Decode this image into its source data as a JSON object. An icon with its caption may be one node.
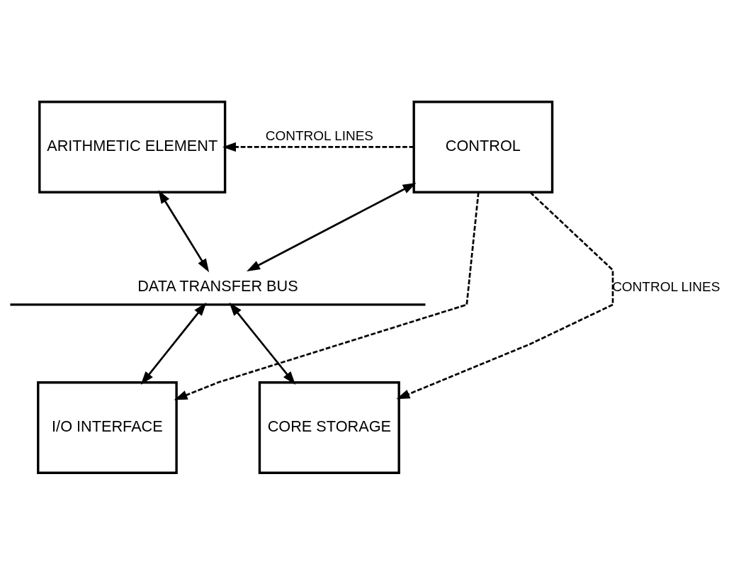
{
  "diagram": {
    "nodes": [
      {
        "text": [
          "ARITHMETIC ELEMENT"
        ]
      },
      {
        "text": [
          "CONTROL"
        ]
      },
      {
        "text": [
          "DATA TRANSFER BUS"
        ]
      },
      {
        "text": [
          "I/O INTERFACE"
        ]
      },
      {
        "text": [
          "CORE STORAGE"
        ]
      }
    ],
    "edges": [
      {
        "from": 1,
        "to": 0,
        "arrow": "to",
        "style": "dashed",
        "label": "CONTROL LINES"
      },
      {
        "from": 0,
        "to": 2,
        "arrow": "both"
      },
      {
        "from": 1,
        "to": 2,
        "arrow": "both"
      },
      {
        "from": 2,
        "to": 3,
        "arrow": "both"
      },
      {
        "from": 2,
        "to": 4,
        "arrow": "both"
      },
      {
        "from": 1,
        "to": 3,
        "arrow": "to",
        "style": "dashed"
      },
      {
        "from": 1,
        "to": 4,
        "arrow": "to",
        "style": "dashed",
        "label": "CONTROL LINES"
      }
    ]
  }
}
